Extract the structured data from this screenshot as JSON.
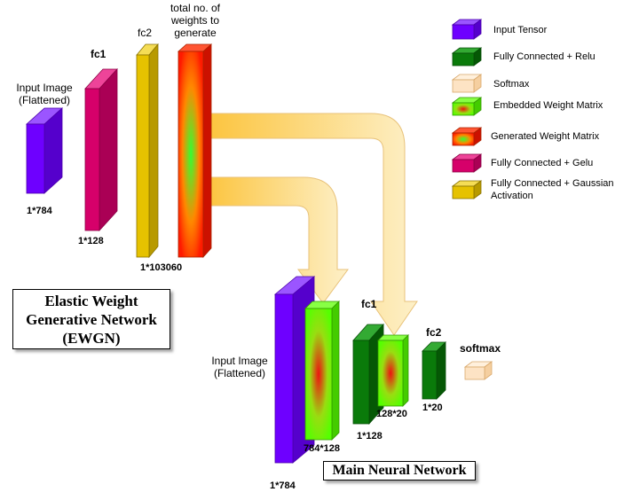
{
  "ewgn": {
    "title": "Elastic Weight Generative Network (EWGN)",
    "layers": {
      "input": {
        "label": "Input Image (Flattened)",
        "dim": "1*784"
      },
      "fc1": {
        "label": "fc1",
        "dim": "1*128"
      },
      "fc2": {
        "label": "fc2"
      },
      "output": {
        "label": "total no. of weights to generate",
        "dim": "1*103060"
      }
    }
  },
  "main": {
    "title": "Main Neural Network",
    "layers": {
      "input": {
        "label": "Input Image (Flattened)",
        "dim": "1*784"
      },
      "weights1": {
        "dim": "784*128"
      },
      "fc1": {
        "label": "fc1",
        "dim": "1*128"
      },
      "weights2": {
        "dim": "128*20"
      },
      "fc2": {
        "label": "fc2",
        "dim": "1*20"
      },
      "softmax": {
        "label": "softmax"
      }
    }
  },
  "legend": {
    "items": [
      {
        "label": "Input Tensor",
        "color": "#6e00ff"
      },
      {
        "label": "Fully Connected + Relu",
        "color": "#0a7a0a"
      },
      {
        "label": "Softmax",
        "color": "#fde3c4"
      },
      {
        "label": "Embedded Weight Matrix",
        "color": "#66ff00"
      },
      {
        "label": "Generated Weight Matrix",
        "color": "#ff2200"
      },
      {
        "label": "Fully Connected + Gelu",
        "color": "#d6006a"
      },
      {
        "label": "Fully Connected + Gaussian Activation",
        "color": "#e6c200"
      }
    ]
  }
}
